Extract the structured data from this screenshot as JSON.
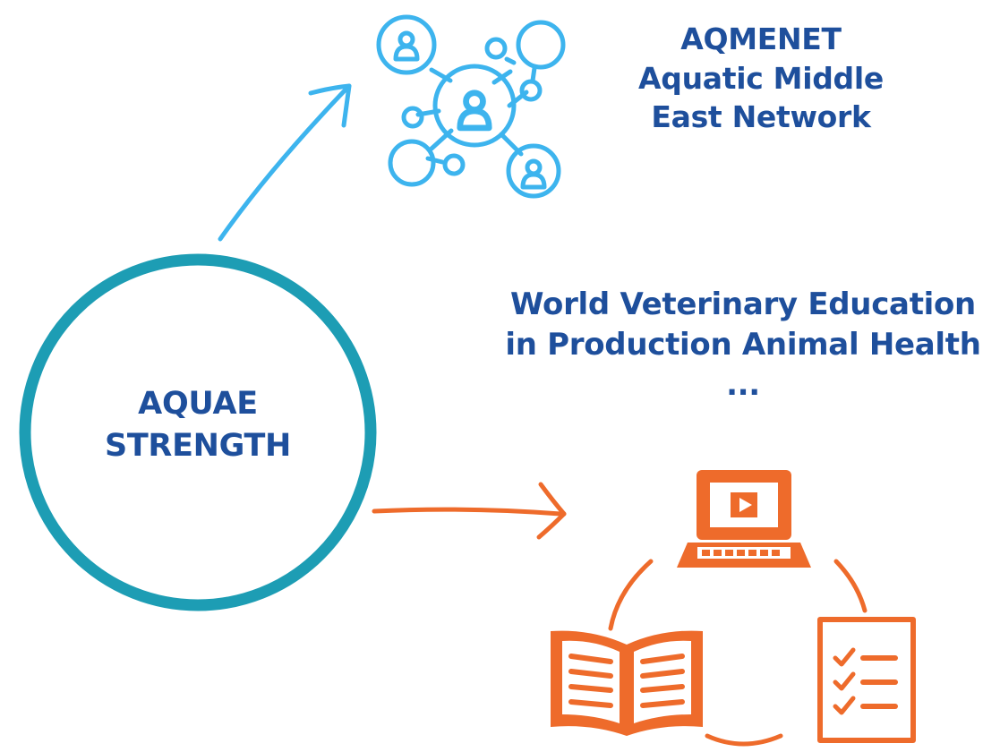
{
  "diagram": {
    "center": {
      "line1": "AQUAE",
      "line2": "STRENGTH"
    },
    "network": {
      "line1": "AQMENET",
      "line2": "Aquatic Middle",
      "line3": "East Network",
      "icon": "people-network-icon",
      "color": "#3db4ee"
    },
    "education": {
      "line1": "World Veterinary Education",
      "line2": "in Production Animal Health",
      "line3": "...",
      "icons": [
        "laptop-video-icon",
        "open-book-icon",
        "checklist-icon"
      ],
      "color": "#ee6b2b"
    },
    "colors": {
      "circle": "#1d9db4",
      "text": "#1e4f9c"
    }
  }
}
